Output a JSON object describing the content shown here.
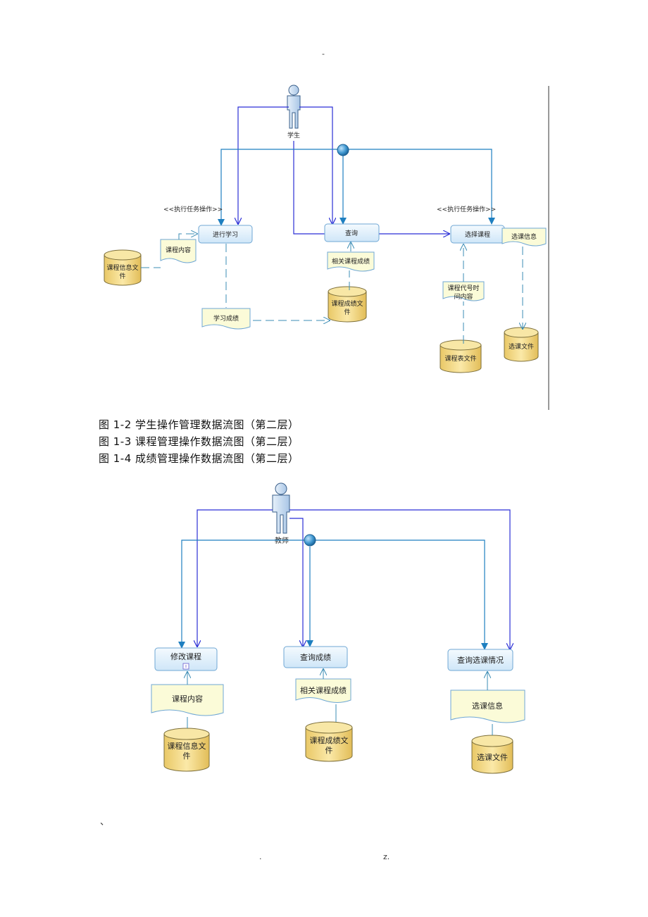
{
  "page": {
    "header_mark": "-",
    "stray_mark": "、",
    "footer_left": ".",
    "footer_right": "z."
  },
  "captions": [
    "图 1-2  学生操作管理数据流图（第二层）",
    "图 1-3  课程管理操作数据流图（第二层）",
    "图 1-4  成绩管理操作数据流图（第二层）"
  ],
  "diagram1": {
    "actor": "学生",
    "stereotype_left": "<<执行任务操作>>",
    "stereotype_right": "<<执行任务操作>>",
    "process_study": "进行学习",
    "process_query": "查询",
    "process_select": "选择课程",
    "doc_course_content": "课程内容",
    "doc_related_grades": "相关课程成绩",
    "doc_study_grades": "学习成绩",
    "doc_course_code": [
      "课程代号时",
      "间内容"
    ],
    "doc_selection_info": "选课信息",
    "store_course_info": [
      "课程信息文",
      "件"
    ],
    "store_grades": [
      "课程成绩文",
      "件"
    ],
    "store_course_table": "课程表文件",
    "store_selection": "选课文件"
  },
  "diagram2": {
    "actor": "教师",
    "process_modify": "修改课程",
    "process_query_grades": "查询成绩",
    "process_query_selection": "查询选课情况",
    "doc_course_content": "课程内容",
    "doc_related_grades": "相关课程成绩",
    "doc_selection_info": "选课信息",
    "store_course_info": [
      "课程信息文",
      "件"
    ],
    "store_grades": [
      "课程成绩文",
      "件"
    ],
    "store_selection": "选课文件"
  },
  "colors": {
    "flow_blue": "#2b2fd6",
    "control_teal": "#1e7fc0",
    "dashed_teal": "#3b8cb4",
    "process_fill": "#e3f1fc",
    "process_stroke": "#6fa7d4",
    "doc_fill": "#fbfbd8",
    "store_fill": "#f3dc8e",
    "store_stroke": "#7d6f3a",
    "actor_fill": "#c9ddf2"
  }
}
